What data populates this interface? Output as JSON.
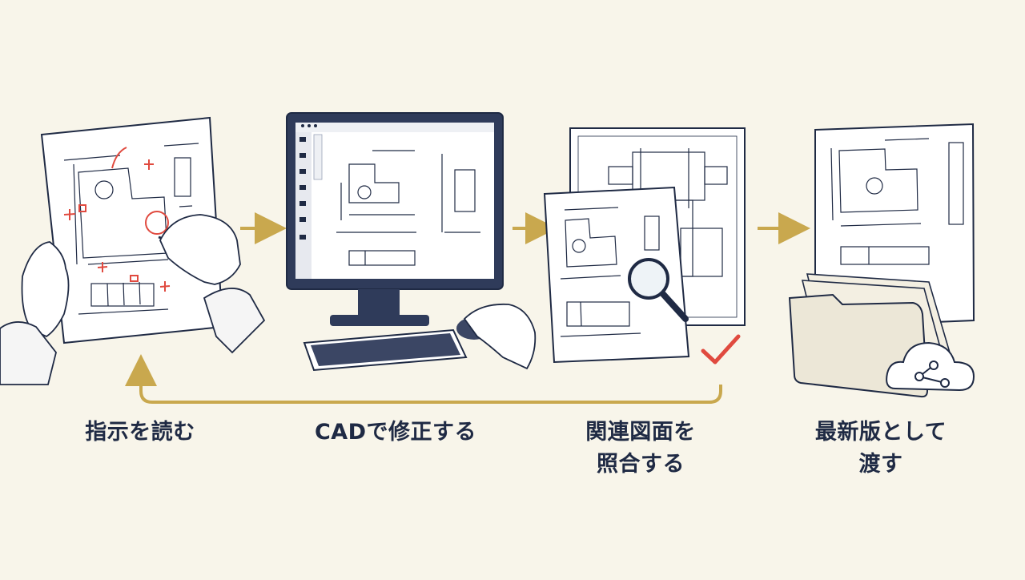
{
  "steps": [
    {
      "id": "read",
      "label_lines": [
        "指示を読む"
      ],
      "icon": "marked-up-drawing-icon"
    },
    {
      "id": "cad",
      "label_lines": [
        "CADで修正する"
      ],
      "icon": "cad-workstation-icon"
    },
    {
      "id": "check",
      "label_lines": [
        "関連図面を",
        "照合する"
      ],
      "icon": "compare-drawings-icon"
    },
    {
      "id": "deliver",
      "label_lines": [
        "最新版として",
        "渡す"
      ],
      "icon": "file-folder-cloud-icon"
    }
  ],
  "colors": {
    "background": "#f8f5ea",
    "ink": "#1f2a44",
    "arrow": "#c9a84e",
    "markup_red": "#e04a3f",
    "paper": "#ffffff"
  }
}
